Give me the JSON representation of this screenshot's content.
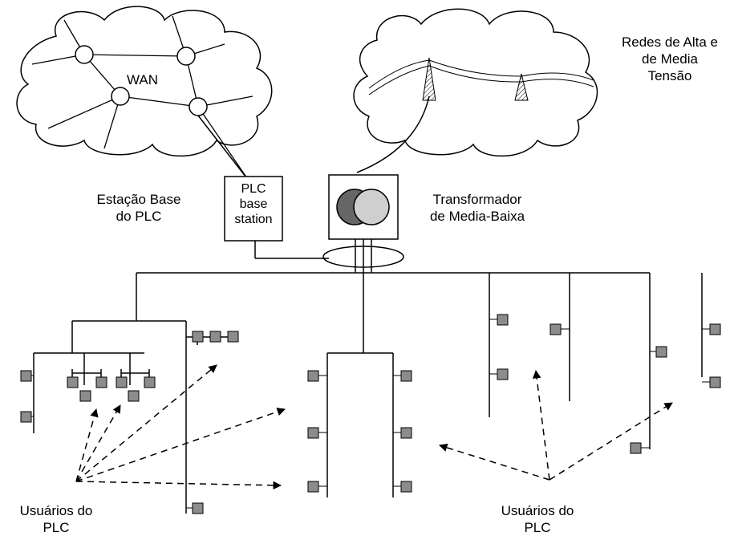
{
  "labels": {
    "wan": "WAN",
    "redes_line1": "Redes de Alta e",
    "redes_line2": "de Media",
    "redes_line3": "Tensão",
    "estacao_line1": "Estação Base",
    "estacao_line2": "do PLC",
    "plc_box_line1": "PLC",
    "plc_box_line2": "base",
    "plc_box_line3": "station",
    "transf_line1": "Transformador",
    "transf_line2": "de Media-Baixa",
    "usuarios_left_line1": "Usuários do",
    "usuarios_left_line2": "PLC",
    "usuarios_right_line1": "Usuários do",
    "usuarios_right_line2": "PLC"
  },
  "colors": {
    "line": "#000000",
    "device_fill": "#8c8c8c",
    "transformer_dark": "#666666",
    "transformer_light": "#cfcfcf"
  }
}
